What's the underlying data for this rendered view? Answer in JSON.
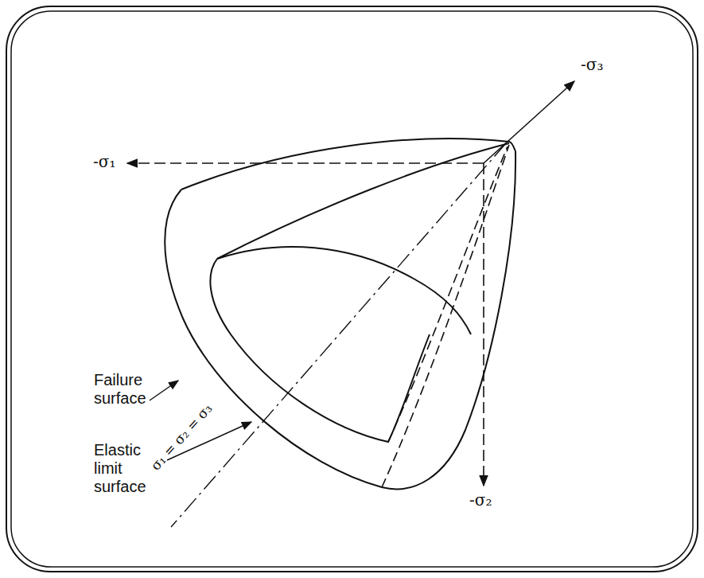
{
  "diagram": {
    "labels": [
      "-σ₁",
      "-σ₃",
      "-σ₂",
      "Failure surface",
      "Elastic limit surface",
      "σ₁ = σ₂ = σ₃"
    ]
  }
}
